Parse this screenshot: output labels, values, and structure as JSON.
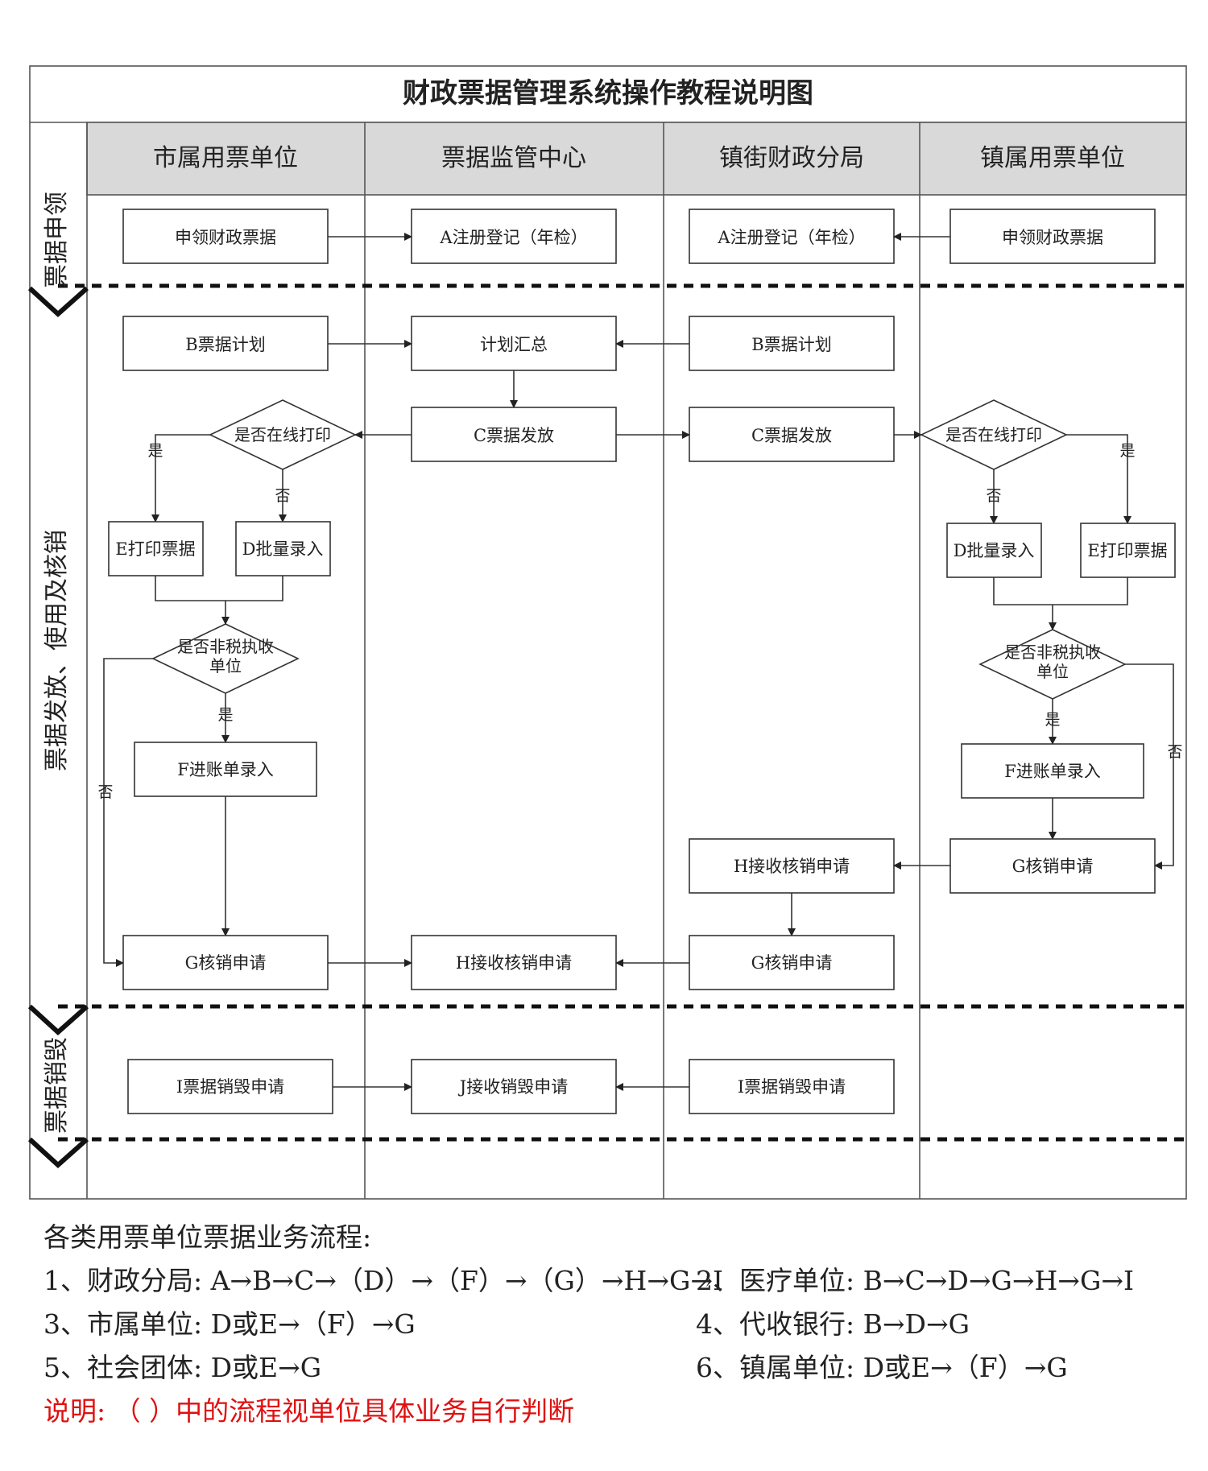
{
  "title": "财政票据管理系统操作教程说明图",
  "lanes": [
    "市属用票单位",
    "票据监管中心",
    "镇街财政分局",
    "镇属用票单位"
  ],
  "phases": [
    "票据申领",
    "票据发放、使用及核销",
    "票据销毁"
  ],
  "nodes": {
    "m_apply": "申领财政票据",
    "c_register": "A注册登记（年检）",
    "z_register": "A注册登记（年检）",
    "t_apply": "申领财政票据",
    "m_plan": "B票据计划",
    "c_summary": "计划汇总",
    "z_plan": "B票据计划",
    "c_issue": "C票据发放",
    "z_issue": "C票据发放",
    "m_online": "是否在线打印",
    "t_online": "是否在线打印",
    "m_print": "E打印票据",
    "m_batch": "D批量录入",
    "t_batch": "D批量录入",
    "t_print": "E打印票据",
    "m_nontax_1": "是否非税执收",
    "m_nontax_2": "单位",
    "t_nontax_1": "是否非税执收",
    "t_nontax_2": "单位",
    "m_entry": "F进账单录入",
    "t_entry": "F进账单录入",
    "t_cancel": "G核销申请",
    "z_receive_cancel": "H接收核销申请",
    "m_cancel": "G核销申请",
    "c_receive_cancel": "H接收核销申请",
    "z_cancel": "G核销申请",
    "m_destroy": "I票据销毁申请",
    "c_receive_destroy": "J接收销毁申请",
    "z_destroy": "I票据销毁申请"
  },
  "edge_labels": {
    "yes": "是",
    "no": "否"
  },
  "notes": {
    "heading": "各类用票单位票据业务流程:",
    "items": [
      "1、财政分局: A→B→C→（D）→（F）→（G）→H→G→I",
      "2、医疗单位: B→C→D→G→H→G→I",
      "3、市属单位: D或E→（F）→G",
      "4、代收银行: B→D→G",
      "5、社会团体: D或E→G",
      "6、镇属单位: D或E→（F）→G"
    ],
    "remark": "说明: （ ）中的流程视单位具体业务自行判断"
  },
  "colors": {
    "header_fill": "#d9d9d9",
    "remark": "#e01010",
    "line": "#333333"
  }
}
